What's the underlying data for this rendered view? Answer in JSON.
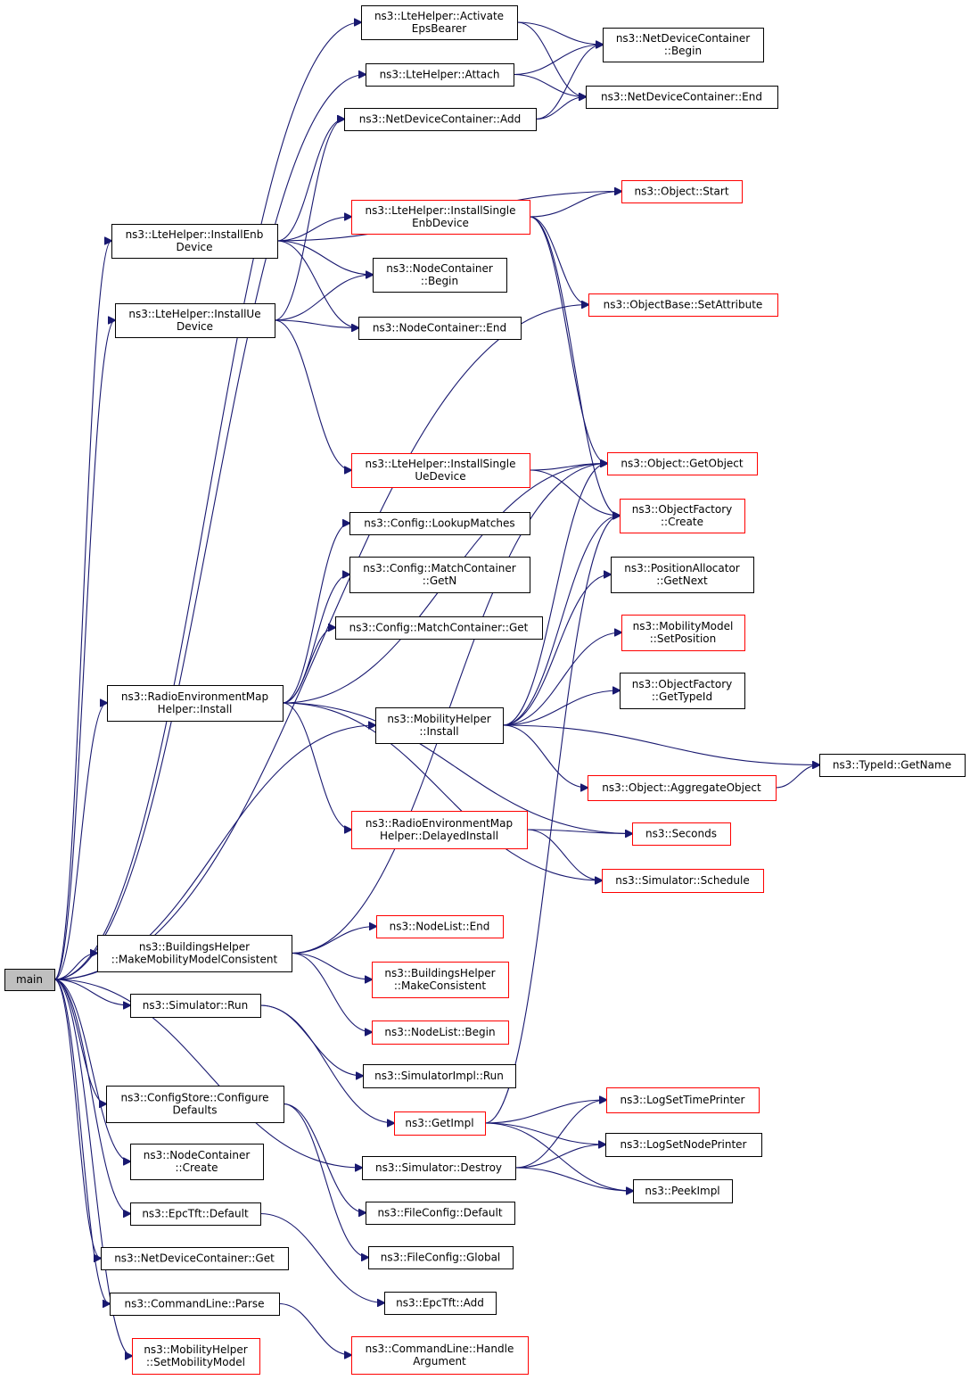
{
  "colors": {
    "edge": "#191970",
    "node_border": "#000000",
    "red_border": "#ff0000",
    "root_fill": "#bfbfbf"
  },
  "nodes": [
    {
      "id": "main",
      "lines": [
        "main"
      ],
      "style": "root"
    },
    {
      "id": "activate",
      "lines": [
        "ns3::LteHelper::Activate",
        "EpsBearer"
      ],
      "style": "black"
    },
    {
      "id": "ndcBegin",
      "lines": [
        "ns3::NetDeviceContainer",
        "::Begin"
      ],
      "style": "black"
    },
    {
      "id": "attach",
      "lines": [
        "ns3::LteHelper::Attach"
      ],
      "style": "black"
    },
    {
      "id": "ndcEnd",
      "lines": [
        "ns3::NetDeviceContainer::End"
      ],
      "style": "black"
    },
    {
      "id": "ndcAdd",
      "lines": [
        "ns3::NetDeviceContainer::Add"
      ],
      "style": "black"
    },
    {
      "id": "objStart",
      "lines": [
        "ns3::Object::Start"
      ],
      "style": "red"
    },
    {
      "id": "installSingleEnb",
      "lines": [
        "ns3::LteHelper::InstallSingle",
        "EnbDevice"
      ],
      "style": "red"
    },
    {
      "id": "installEnb",
      "lines": [
        "ns3::LteHelper::InstallEnb",
        "Device"
      ],
      "style": "black"
    },
    {
      "id": "ncBegin",
      "lines": [
        "ns3::NodeContainer",
        "::Begin"
      ],
      "style": "black"
    },
    {
      "id": "setAttr",
      "lines": [
        "ns3::ObjectBase::SetAttribute"
      ],
      "style": "red"
    },
    {
      "id": "installUe",
      "lines": [
        "ns3::LteHelper::InstallUe",
        "Device"
      ],
      "style": "black"
    },
    {
      "id": "ncEnd",
      "lines": [
        "ns3::NodeContainer::End"
      ],
      "style": "black"
    },
    {
      "id": "installSingleUe",
      "lines": [
        "ns3::LteHelper::InstallSingle",
        "UeDevice"
      ],
      "style": "red"
    },
    {
      "id": "getObject",
      "lines": [
        "ns3::Object::GetObject"
      ],
      "style": "red"
    },
    {
      "id": "ofCreate",
      "lines": [
        "ns3::ObjectFactory",
        "::Create"
      ],
      "style": "red"
    },
    {
      "id": "lookupMatches",
      "lines": [
        "ns3::Config::LookupMatches"
      ],
      "style": "black"
    },
    {
      "id": "mcGetN",
      "lines": [
        "ns3::Config::MatchContainer",
        "::GetN"
      ],
      "style": "black"
    },
    {
      "id": "paGetNext",
      "lines": [
        "ns3::PositionAllocator",
        "::GetNext"
      ],
      "style": "black"
    },
    {
      "id": "mcGet",
      "lines": [
        "ns3::Config::MatchContainer::Get"
      ],
      "style": "black"
    },
    {
      "id": "mmSetPos",
      "lines": [
        "ns3::MobilityModel",
        "::SetPosition"
      ],
      "style": "red"
    },
    {
      "id": "remInstall",
      "lines": [
        "ns3::RadioEnvironmentMap",
        "Helper::Install"
      ],
      "style": "black"
    },
    {
      "id": "ofGetTypeId",
      "lines": [
        "ns3::ObjectFactory",
        "::GetTypeId"
      ],
      "style": "black"
    },
    {
      "id": "mhInstall",
      "lines": [
        "ns3::MobilityHelper",
        "::Install"
      ],
      "style": "black"
    },
    {
      "id": "tidGetName",
      "lines": [
        "ns3::TypeId::GetName"
      ],
      "style": "black"
    },
    {
      "id": "aggObj",
      "lines": [
        "ns3::Object::AggregateObject"
      ],
      "style": "red"
    },
    {
      "id": "remDelayed",
      "lines": [
        "ns3::RadioEnvironmentMap",
        "Helper::DelayedInstall"
      ],
      "style": "red"
    },
    {
      "id": "seconds",
      "lines": [
        "ns3::Seconds"
      ],
      "style": "red"
    },
    {
      "id": "simSchedule",
      "lines": [
        "ns3::Simulator::Schedule"
      ],
      "style": "red"
    },
    {
      "id": "nlEnd",
      "lines": [
        "ns3::NodeList::End"
      ],
      "style": "red"
    },
    {
      "id": "bhMake",
      "lines": [
        "ns3::BuildingsHelper",
        "::MakeMobilityModelConsistent"
      ],
      "style": "black"
    },
    {
      "id": "bhConsistent",
      "lines": [
        "ns3::BuildingsHelper",
        "::MakeConsistent"
      ],
      "style": "red"
    },
    {
      "id": "simRun",
      "lines": [
        "ns3::Simulator::Run"
      ],
      "style": "black"
    },
    {
      "id": "nlBegin",
      "lines": [
        "ns3::NodeList::Begin"
      ],
      "style": "red"
    },
    {
      "id": "simImplRun",
      "lines": [
        "ns3::SimulatorImpl::Run"
      ],
      "style": "black"
    },
    {
      "id": "csConfigure",
      "lines": [
        "ns3::ConfigStore::Configure",
        "Defaults"
      ],
      "style": "black"
    },
    {
      "id": "getImpl",
      "lines": [
        "ns3::GetImpl"
      ],
      "style": "red"
    },
    {
      "id": "logTime",
      "lines": [
        "ns3::LogSetTimePrinter"
      ],
      "style": "red"
    },
    {
      "id": "logNode",
      "lines": [
        "ns3::LogSetNodePrinter"
      ],
      "style": "black"
    },
    {
      "id": "ncCreate",
      "lines": [
        "ns3::NodeContainer",
        "::Create"
      ],
      "style": "black"
    },
    {
      "id": "simDestroy",
      "lines": [
        "ns3::Simulator::Destroy"
      ],
      "style": "black"
    },
    {
      "id": "peekImpl",
      "lines": [
        "ns3::PeekImpl"
      ],
      "style": "black"
    },
    {
      "id": "tftDefault",
      "lines": [
        "ns3::EpcTft::Default"
      ],
      "style": "black"
    },
    {
      "id": "fcDefault",
      "lines": [
        "ns3::FileConfig::Default"
      ],
      "style": "black"
    },
    {
      "id": "ndcGet",
      "lines": [
        "ns3::NetDeviceContainer::Get"
      ],
      "style": "black"
    },
    {
      "id": "fcGlobal",
      "lines": [
        "ns3::FileConfig::Global"
      ],
      "style": "black"
    },
    {
      "id": "clParse",
      "lines": [
        "ns3::CommandLine::Parse"
      ],
      "style": "black"
    },
    {
      "id": "tftAdd",
      "lines": [
        "ns3::EpcTft::Add"
      ],
      "style": "black"
    },
    {
      "id": "mhSetMobility",
      "lines": [
        "ns3::MobilityHelper",
        "::SetMobilityModel"
      ],
      "style": "red"
    },
    {
      "id": "clHandle",
      "lines": [
        "ns3::CommandLine::Handle",
        "Argument"
      ],
      "style": "red"
    }
  ],
  "edges": [
    [
      "main",
      "activate"
    ],
    [
      "main",
      "attach"
    ],
    [
      "main",
      "installEnb"
    ],
    [
      "main",
      "installUe"
    ],
    [
      "main",
      "setAttr"
    ],
    [
      "main",
      "remInstall"
    ],
    [
      "main",
      "mhInstall"
    ],
    [
      "main",
      "bhMake"
    ],
    [
      "main",
      "simRun"
    ],
    [
      "main",
      "csConfigure"
    ],
    [
      "main",
      "ncCreate"
    ],
    [
      "main",
      "simDestroy"
    ],
    [
      "main",
      "tftDefault"
    ],
    [
      "main",
      "ndcGet"
    ],
    [
      "main",
      "clParse"
    ],
    [
      "main",
      "mhSetMobility"
    ],
    [
      "activate",
      "ndcBegin"
    ],
    [
      "activate",
      "ndcEnd"
    ],
    [
      "attach",
      "ndcBegin"
    ],
    [
      "attach",
      "ndcEnd"
    ],
    [
      "ndcAdd",
      "ndcBegin"
    ],
    [
      "ndcAdd",
      "ndcEnd"
    ],
    [
      "installEnb",
      "ndcAdd"
    ],
    [
      "installEnb",
      "objStart"
    ],
    [
      "installEnb",
      "installSingleEnb"
    ],
    [
      "installEnb",
      "ncBegin"
    ],
    [
      "installEnb",
      "ncEnd"
    ],
    [
      "installSingleEnb",
      "objStart"
    ],
    [
      "installSingleEnb",
      "setAttr"
    ],
    [
      "installSingleEnb",
      "getObject"
    ],
    [
      "installSingleEnb",
      "ofCreate"
    ],
    [
      "installUe",
      "ndcAdd"
    ],
    [
      "installUe",
      "ncBegin"
    ],
    [
      "installUe",
      "ncEnd"
    ],
    [
      "installUe",
      "installSingleUe"
    ],
    [
      "installSingleUe",
      "getObject"
    ],
    [
      "installSingleUe",
      "ofCreate"
    ],
    [
      "remInstall",
      "getObject"
    ],
    [
      "remInstall",
      "lookupMatches"
    ],
    [
      "remInstall",
      "mcGetN"
    ],
    [
      "remInstall",
      "mcGet"
    ],
    [
      "remInstall",
      "remDelayed"
    ],
    [
      "remInstall",
      "seconds"
    ],
    [
      "remInstall",
      "simSchedule"
    ],
    [
      "mhInstall",
      "getObject"
    ],
    [
      "mhInstall",
      "ofCreate"
    ],
    [
      "mhInstall",
      "paGetNext"
    ],
    [
      "mhInstall",
      "mmSetPos"
    ],
    [
      "mhInstall",
      "ofGetTypeId"
    ],
    [
      "mhInstall",
      "tidGetName"
    ],
    [
      "mhInstall",
      "aggObj"
    ],
    [
      "aggObj",
      "tidGetName"
    ],
    [
      "remDelayed",
      "seconds"
    ],
    [
      "remDelayed",
      "simSchedule"
    ],
    [
      "bhMake",
      "getObject"
    ],
    [
      "bhMake",
      "nlEnd"
    ],
    [
      "bhMake",
      "bhConsistent"
    ],
    [
      "bhMake",
      "nlBegin"
    ],
    [
      "simRun",
      "getImpl"
    ],
    [
      "simRun",
      "simImplRun"
    ],
    [
      "getImpl",
      "ofCreate"
    ],
    [
      "getImpl",
      "logTime"
    ],
    [
      "getImpl",
      "logNode"
    ],
    [
      "getImpl",
      "peekImpl"
    ],
    [
      "simDestroy",
      "logTime"
    ],
    [
      "simDestroy",
      "logNode"
    ],
    [
      "simDestroy",
      "peekImpl"
    ],
    [
      "csConfigure",
      "fcDefault"
    ],
    [
      "csConfigure",
      "fcGlobal"
    ],
    [
      "tftDefault",
      "tftAdd"
    ],
    [
      "clParse",
      "clHandle"
    ]
  ]
}
